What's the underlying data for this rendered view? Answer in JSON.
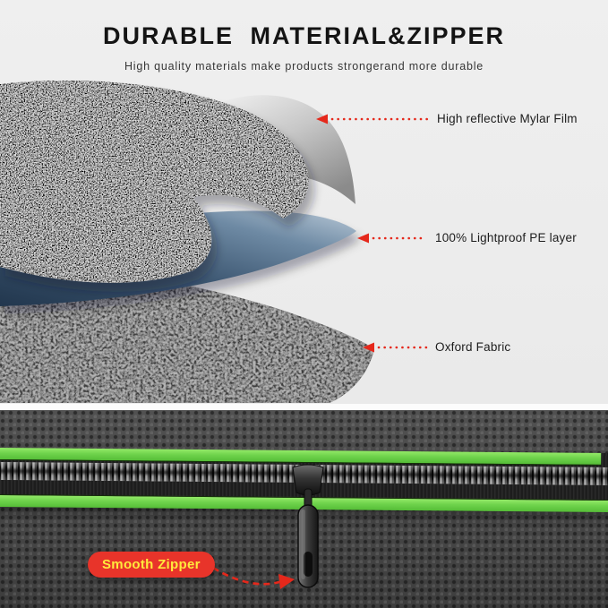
{
  "header": {
    "title": "DURABLE MATERIAL&ZIPPER",
    "subtitle": "High quality materials make products strongerand more durable"
  },
  "diagram": {
    "callouts": [
      {
        "label": "High reflective Mylar Film",
        "target": "mylar-film"
      },
      {
        "label": "100% Lightproof PE layer",
        "target": "pe-layer"
      },
      {
        "label": "Oxford Fabric",
        "target": "oxford-fabric"
      }
    ]
  },
  "zipper": {
    "badge_label": "Smooth Zipper"
  },
  "colors": {
    "callout_red": "#e5281b",
    "badge_background": "#e8342a",
    "badge_text": "#ffe93c",
    "zipper_trim_green": "#6fd34c",
    "top_background": "#ededed"
  }
}
